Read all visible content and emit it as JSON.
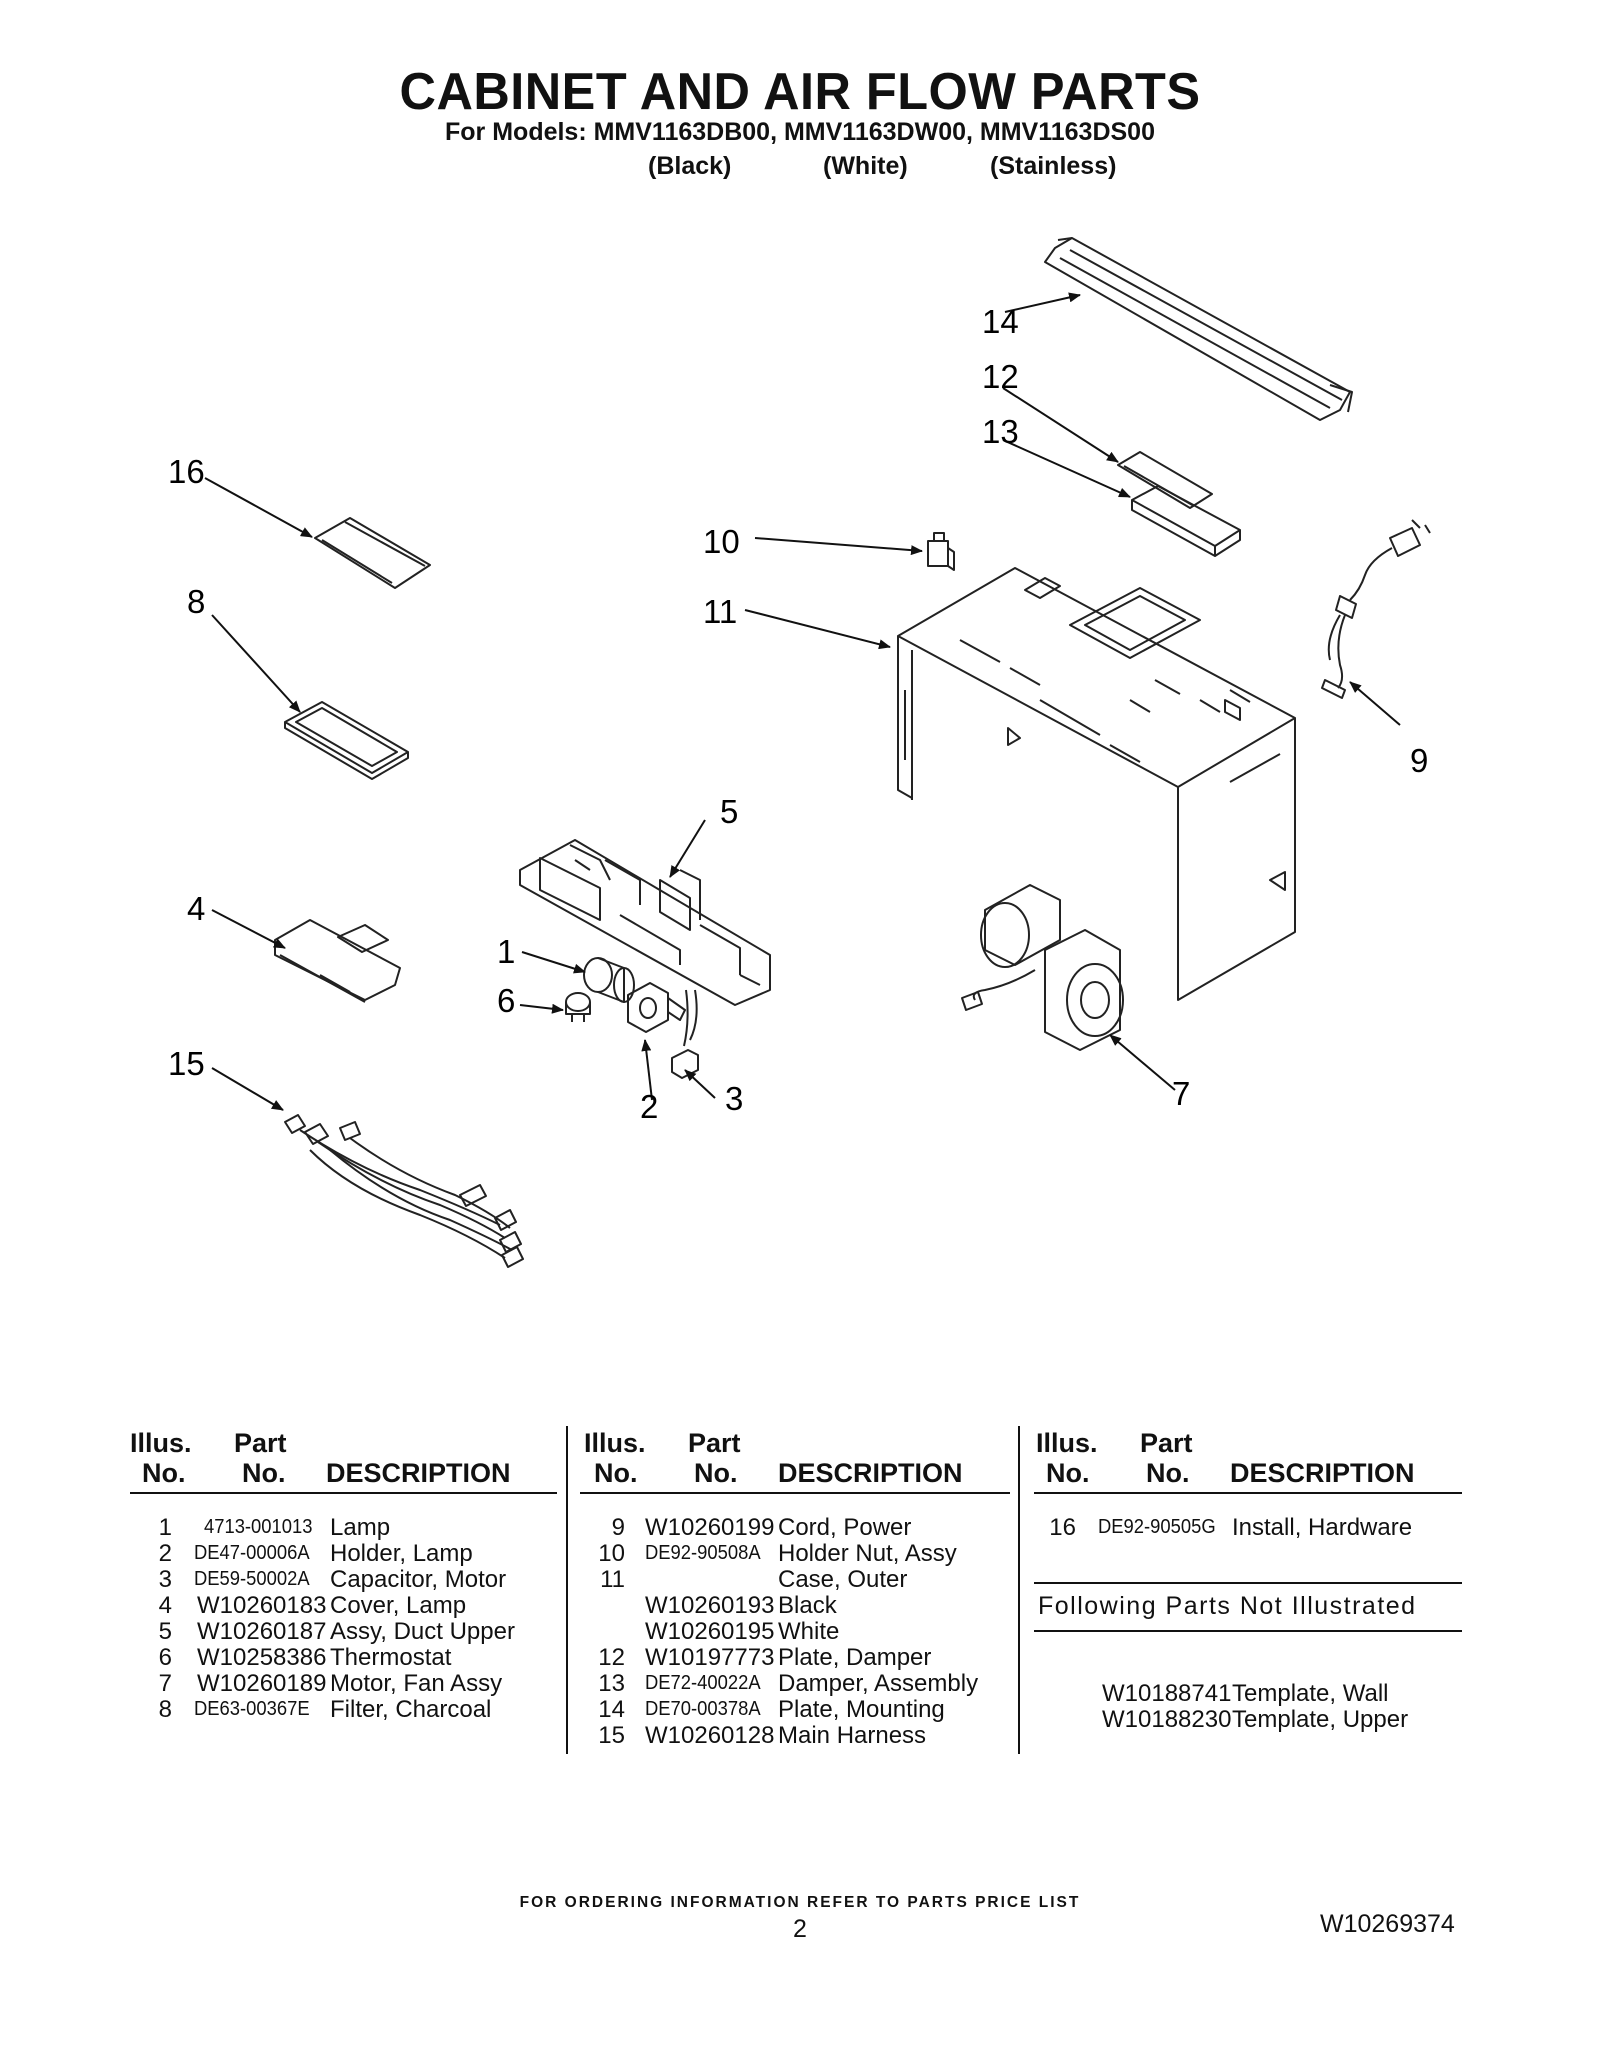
{
  "header": {
    "title": "CABINET AND AIR FLOW PARTS",
    "models": "For Models: MMV1163DB00, MMV1163DW00, MMV1163DS00",
    "colors": [
      "(Black)",
      "(White)",
      "(Stainless)"
    ]
  },
  "callouts": [
    "14",
    "12",
    "13",
    "16",
    "10",
    "11",
    "8",
    "9",
    "5",
    "4",
    "1",
    "6",
    "15",
    "2",
    "3",
    "7"
  ],
  "table": {
    "headers": {
      "illus_top": "Illus.",
      "illus_bottom": "No.",
      "part_top": "Part",
      "part_bottom": "No.",
      "description": "DESCRIPTION"
    },
    "col1": [
      {
        "no": "1",
        "part": "4713-001013",
        "desc": "Lamp"
      },
      {
        "no": "2",
        "part": "DE47-00006A",
        "desc": "Holder, Lamp"
      },
      {
        "no": "3",
        "part": "DE59-50002A",
        "desc": "Capacitor, Motor"
      },
      {
        "no": "4",
        "part": "W10260183",
        "desc": "Cover, Lamp"
      },
      {
        "no": "5",
        "part": "W10260187",
        "desc": "Assy, Duct Upper"
      },
      {
        "no": "6",
        "part": "W10258386",
        "desc": "Thermostat"
      },
      {
        "no": "7",
        "part": "W10260189",
        "desc": "Motor, Fan Assy"
      },
      {
        "no": "8",
        "part": "DE63-00367E",
        "desc": "Filter, Charcoal"
      }
    ],
    "col2": [
      {
        "no": "9",
        "part": "W10260199",
        "desc": "Cord, Power"
      },
      {
        "no": "10",
        "part": "DE92-90508A",
        "desc": "Holder Nut, Assy"
      },
      {
        "no": "11",
        "part": "",
        "desc": "Case, Outer"
      },
      {
        "no": "",
        "part": "W10260193",
        "desc": "Black"
      },
      {
        "no": "",
        "part": "W10260195",
        "desc": "White"
      },
      {
        "no": "12",
        "part": "W10197773",
        "desc": "Plate, Damper"
      },
      {
        "no": "13",
        "part": "DE72-40022A",
        "desc": "Damper, Assembly"
      },
      {
        "no": "14",
        "part": "DE70-00378A",
        "desc": "Plate, Mounting"
      },
      {
        "no": "15",
        "part": "W10260128",
        "desc": "Main Harness"
      }
    ],
    "col3": [
      {
        "no": "16",
        "part": "DE92-90505G",
        "desc": "Install, Hardware"
      }
    ],
    "not_illustrated_label": "Following Parts Not Illustrated",
    "not_illustrated": [
      {
        "part": "W10188741",
        "desc": "Template, Wall"
      },
      {
        "part": "W10188230",
        "desc": "Template, Upper"
      }
    ]
  },
  "footer": {
    "ordering": "FOR ORDERING INFORMATION REFER TO PARTS PRICE LIST",
    "page": "2",
    "doc_number": "W10269374"
  }
}
